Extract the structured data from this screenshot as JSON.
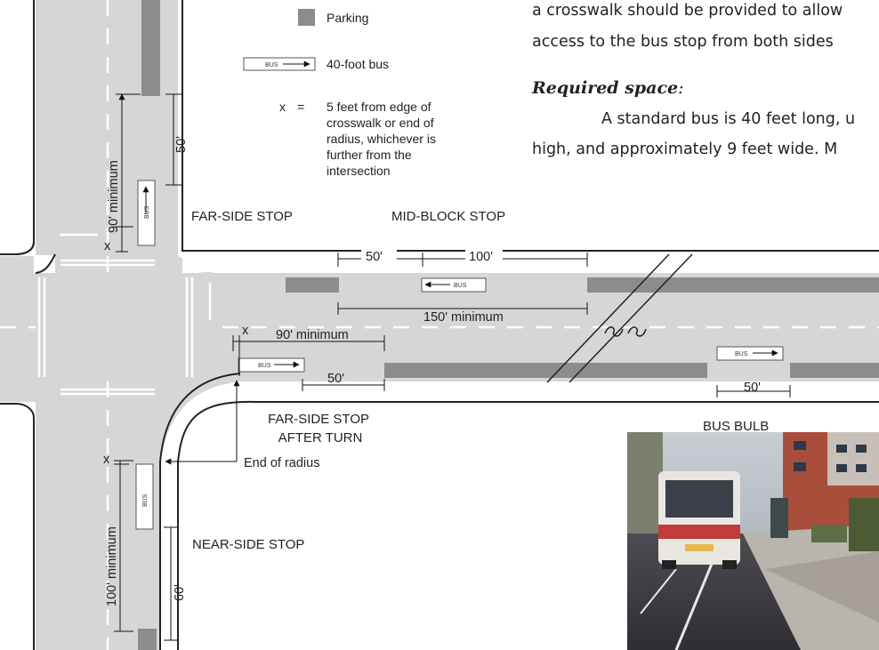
{
  "legend": {
    "parking": "Parking",
    "bus": "40-foot bus",
    "x_prefix": "x",
    "x_eq": "=",
    "x_definition": [
      "5 feet from edge of",
      "crosswalk or end of",
      "radius, whichever is",
      "further from the",
      "intersection"
    ]
  },
  "stop_labels": {
    "far_side": "FAR-SIDE STOP",
    "mid_block": "MID-BLOCK STOP",
    "far_side_after_turn": [
      "FAR-SIDE STOP",
      "AFTER TURN"
    ],
    "bus_bulb": "BUS BULB",
    "near_side": "NEAR-SIDE STOP"
  },
  "dimensions": {
    "far_side_min": "90' minimum",
    "far_side_bus": "50'",
    "mid_block_a": "50'",
    "mid_block_b": "100'",
    "mid_block_min": "150' minimum",
    "after_turn_min": "90' minimum",
    "after_turn_bus": "50'",
    "bulb": "50'",
    "near_side_min": "100' minimum",
    "near_side_bus": "60'",
    "x_mark": "x",
    "end_of_radius": "End of radius"
  },
  "bus_label": "BUS",
  "text_column": {
    "line1": "a crosswalk should be provided to allow",
    "line2": "access to the bus stop from both sides",
    "subheading": "Required space",
    "subheading_colon": ":",
    "line3": "A standard bus is 40 feet long, u",
    "line4": "high, and approximately 9 feet wide. M"
  },
  "colors": {
    "road": "#d6d6d6",
    "parking": "#8c8c8c",
    "curb_line": "#222222",
    "lane_marking": "#ffffff"
  },
  "icons": {
    "photo": "bus-bulb-photo"
  }
}
